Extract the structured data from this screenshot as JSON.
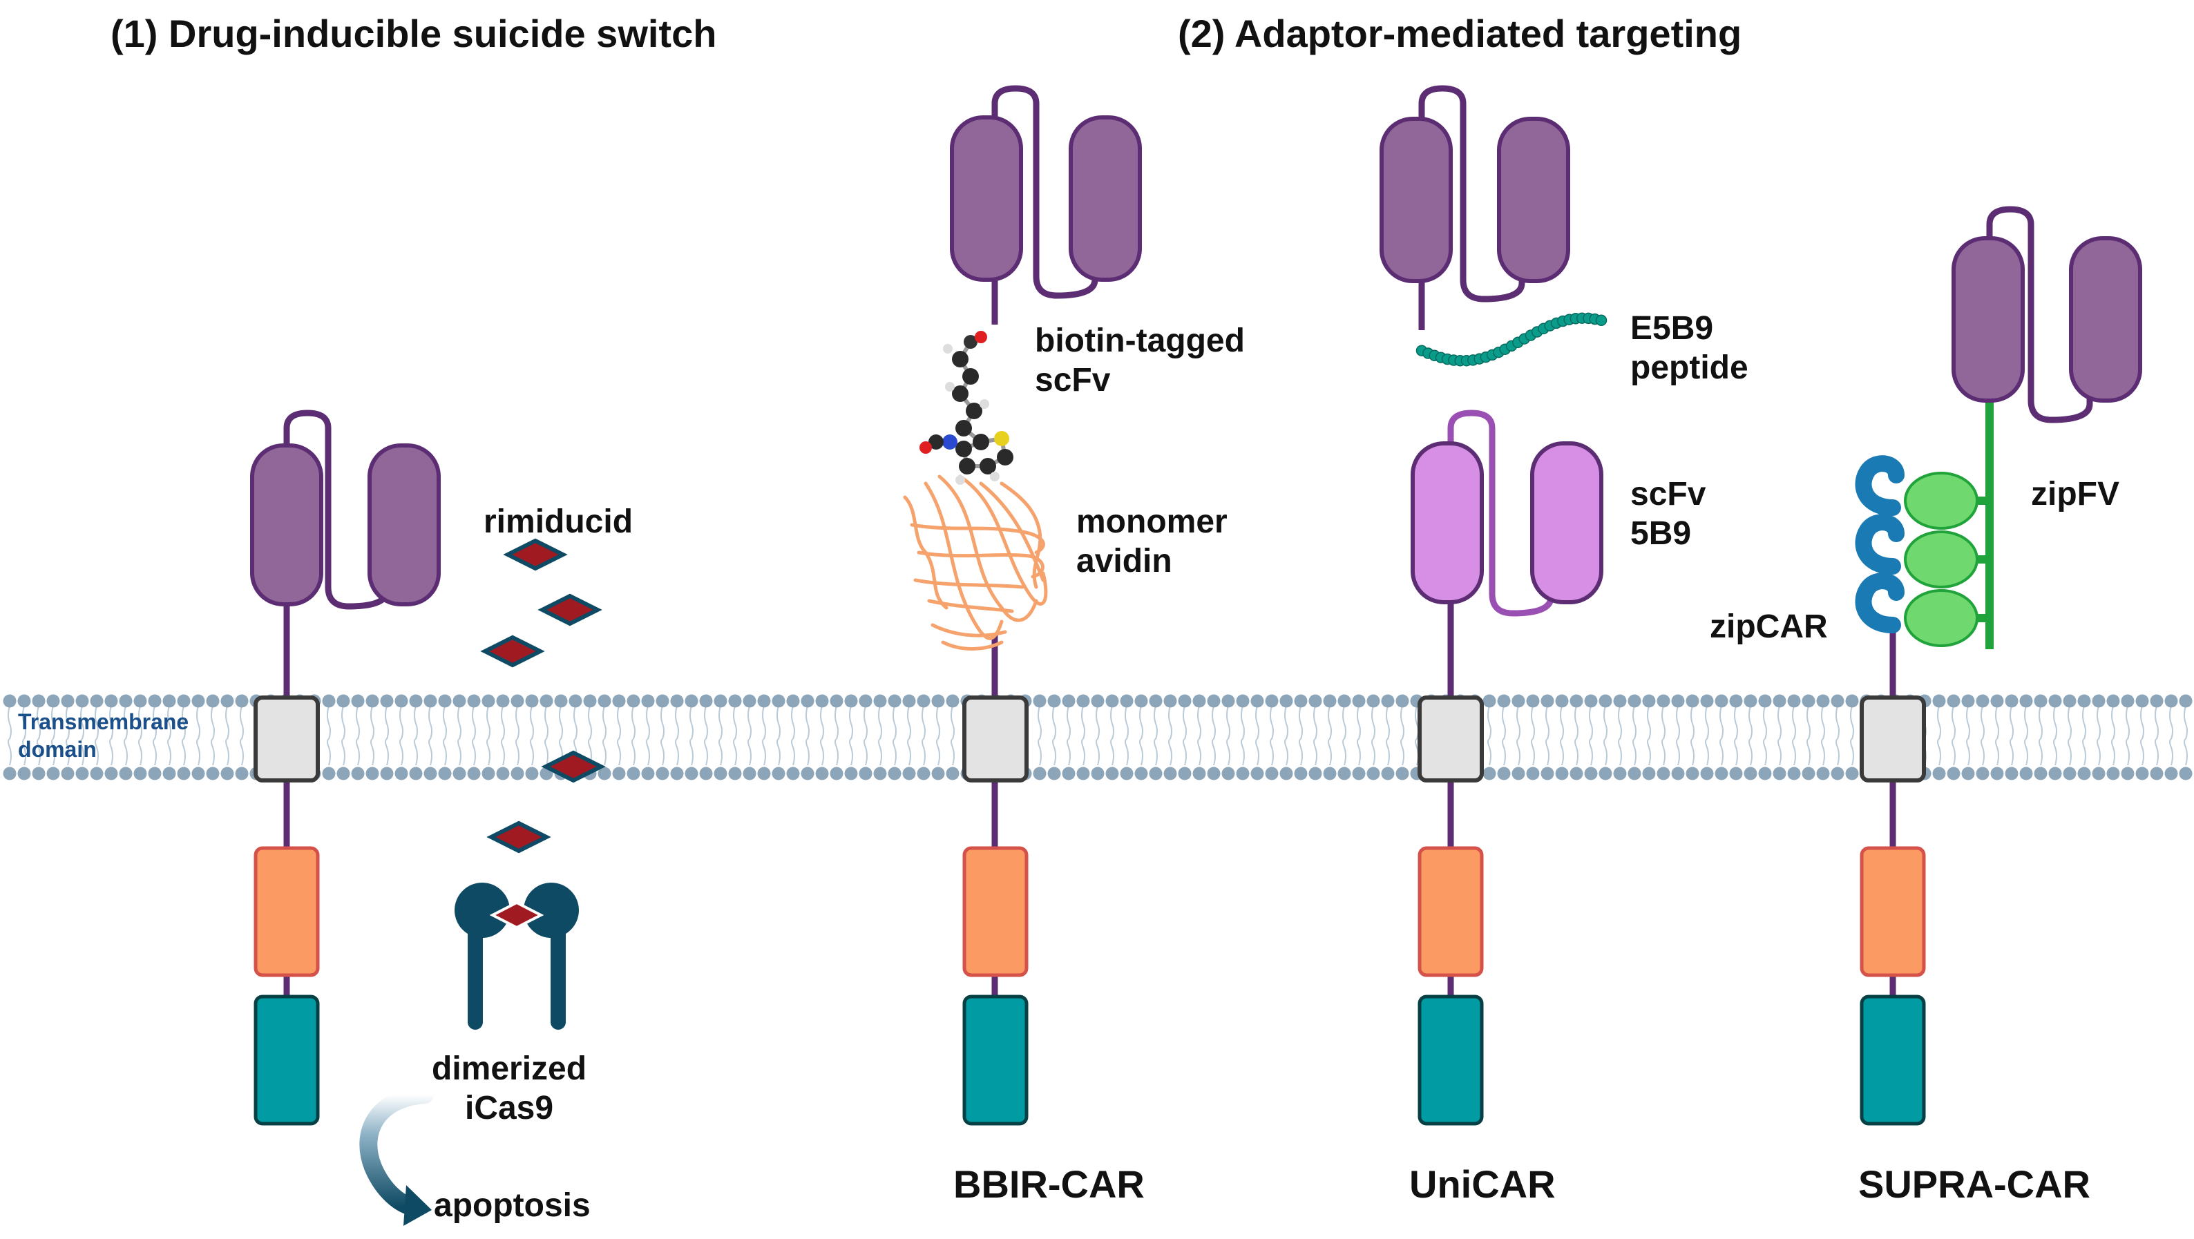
{
  "headings": {
    "suicide_switch": "(1) Drug-inducible suicide switch",
    "adaptor": "(2) Adaptor-mediated targeting"
  },
  "membrane": {
    "label_line1": "Transmembrane",
    "label_line2": "domain"
  },
  "suicide": {
    "drug_label": "rimiducid",
    "protein_line1": "dimerized",
    "protein_line2": "iCas9",
    "outcome": "apoptosis"
  },
  "bbir": {
    "adaptor_line1": "biotin-tagged",
    "adaptor_line2": "scFv",
    "receptor_line1": "monomer",
    "receptor_line2": "avidin",
    "name": "BBIR-CAR"
  },
  "unicar": {
    "peptide_line1": "E5B9",
    "peptide_line2": "peptide",
    "scfv_line1": "scFv",
    "scfv_line2": "5B9",
    "name": "UniCAR"
  },
  "supra": {
    "zipfv": "zipFV",
    "zipcar": "zipCAR",
    "name": "SUPRA-CAR"
  },
  "colors": {
    "scfv_purple": "#916699",
    "stalk_purple": "#5c2d73",
    "scfv_pink": "#d78fe6",
    "transmembrane_grey": "#e3e3e3",
    "costim_orange": "#fb9a63",
    "signal_teal": "#009ba3",
    "lipid_head": "#8ca5b9",
    "icas9_blue": "#0e4a63",
    "rimiducid_red": "#a01a22",
    "zipcar_blue": "#1a7ab3",
    "zipfv_green": "#6fd86f",
    "e5b9_teal": "#0a9c8a",
    "avidin_orange": "#f5a26c"
  },
  "icons": {
    "drug": "diamond",
    "icas9": "dimer-lollipop",
    "avidin": "ribbon-barrel",
    "biotin": "ball-and-stick",
    "peptide": "bead-chain",
    "zipper": "hook-and-oval"
  }
}
